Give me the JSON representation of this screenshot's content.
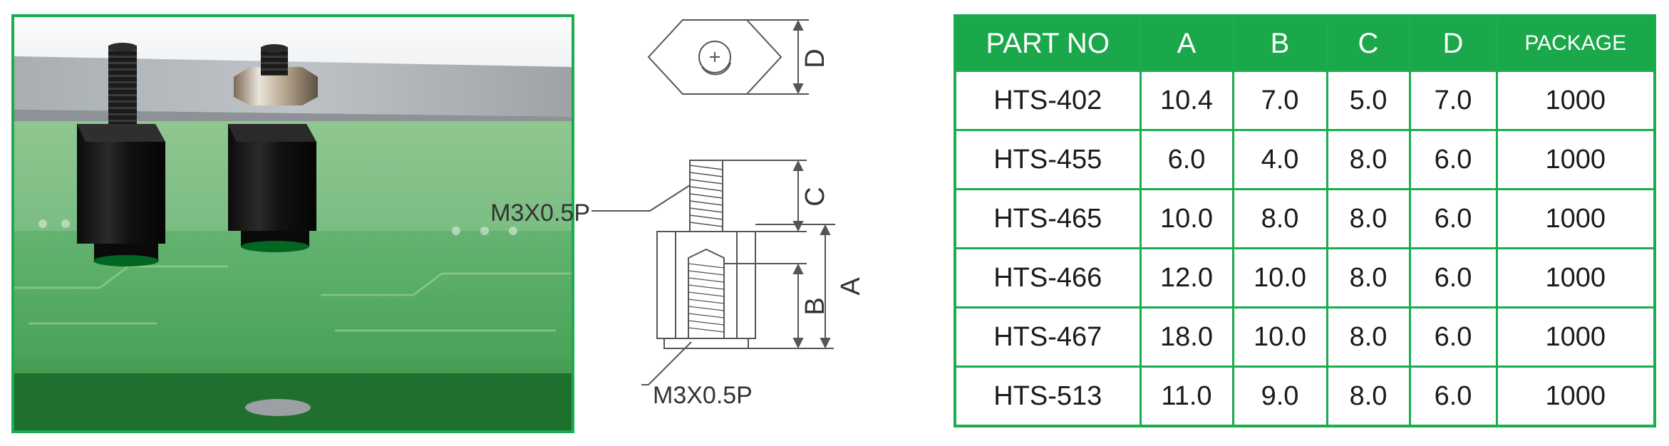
{
  "drawing": {
    "thread_top_label": "M3X0.5P",
    "thread_bottom_label": "M3X0.5P",
    "dim_d": "D",
    "dim_c": "C",
    "dim_b": "B",
    "dim_a": "A"
  },
  "table": {
    "headers": [
      "PART NO",
      "A",
      "B",
      "C",
      "D",
      "PACKAGE"
    ],
    "rows": [
      [
        "HTS-402",
        "10.4",
        "7.0",
        "5.0",
        "7.0",
        "1000"
      ],
      [
        "HTS-455",
        "6.0",
        "4.0",
        "8.0",
        "6.0",
        "1000"
      ],
      [
        "HTS-465",
        "10.0",
        "8.0",
        "8.0",
        "6.0",
        "1000"
      ],
      [
        "HTS-466",
        "12.0",
        "10.0",
        "8.0",
        "6.0",
        "1000"
      ],
      [
        "HTS-467",
        "18.0",
        "10.0",
        "8.0",
        "6.0",
        "1000"
      ],
      [
        "HTS-513",
        "11.0",
        "9.0",
        "8.0",
        "6.0",
        "1000"
      ]
    ]
  },
  "colors": {
    "accent_green": "#1aa84b",
    "text": "#1a1a1a"
  }
}
